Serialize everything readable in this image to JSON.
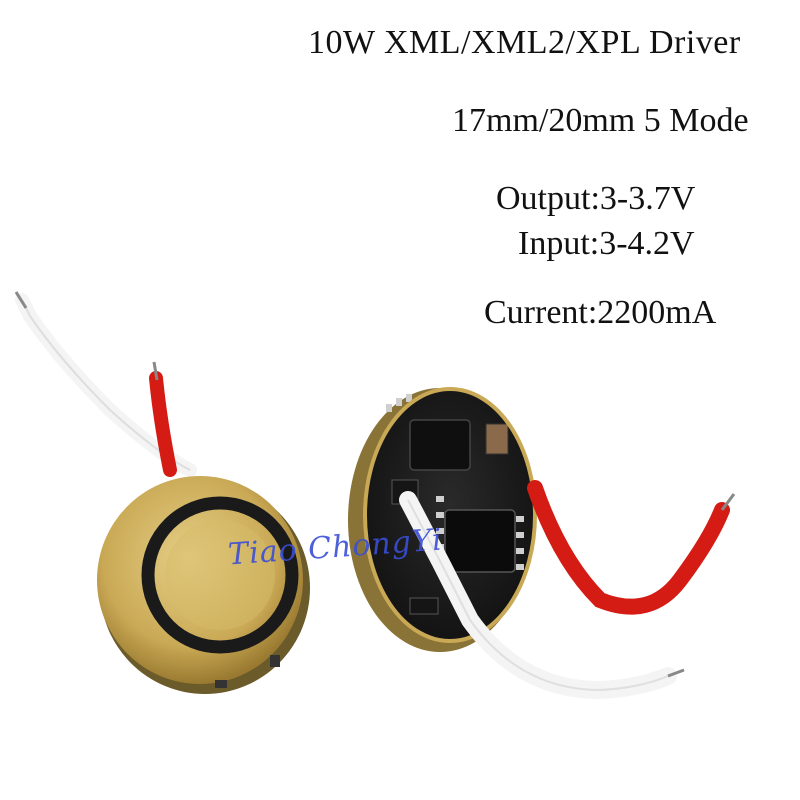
{
  "specs": {
    "title": "10W XML/XML2/XPL Driver",
    "size_mode": "17mm/20mm 5 Mode",
    "output": "Output:3-3.7V",
    "input": "Input:3-4.2V",
    "current": "Current:2200mA"
  },
  "watermark": "Tiao ChongYi",
  "colors": {
    "gold_pcb": "#c9a955",
    "black_ring": "#1a1a1a",
    "red_wire": "#d41c14",
    "white_wire": "#f2f2f2",
    "component": "#0f0f0f"
  }
}
